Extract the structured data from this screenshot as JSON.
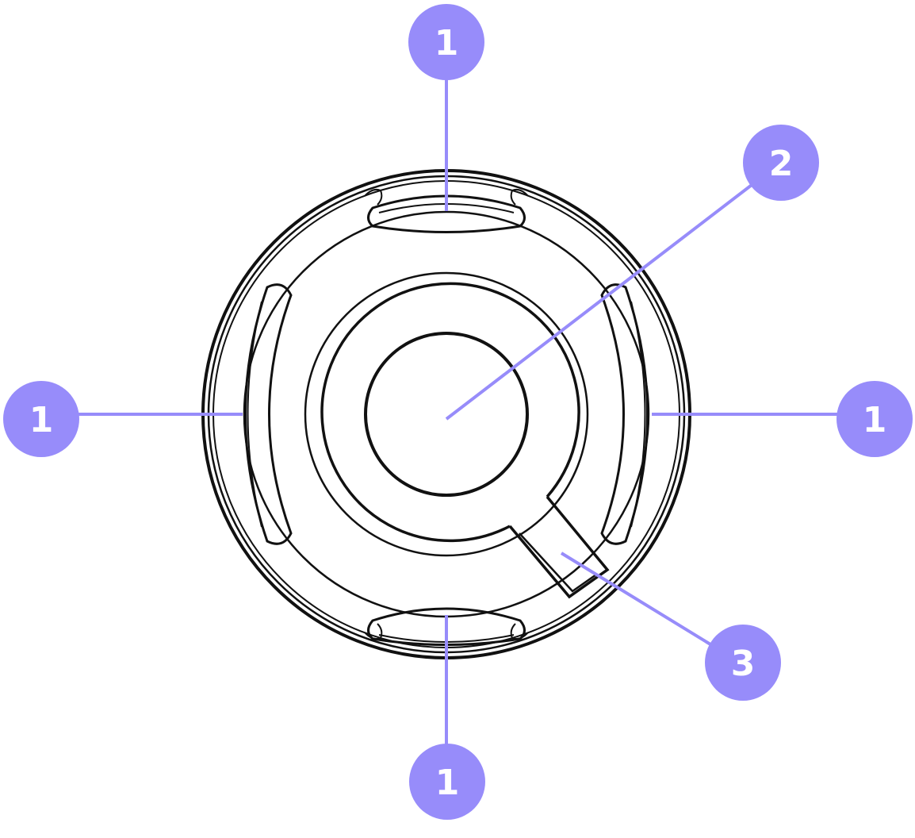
{
  "colors": {
    "callout": "#978cfa",
    "callout_text": "#ffffff",
    "drawing_line": "#111111",
    "background": "#ffffff"
  },
  "callouts": [
    {
      "id": "top",
      "label": "1"
    },
    {
      "id": "left",
      "label": "1"
    },
    {
      "id": "right",
      "label": "1"
    },
    {
      "id": "bottom",
      "label": "1"
    },
    {
      "id": "center",
      "label": "2"
    },
    {
      "id": "tab",
      "label": "3"
    }
  ]
}
